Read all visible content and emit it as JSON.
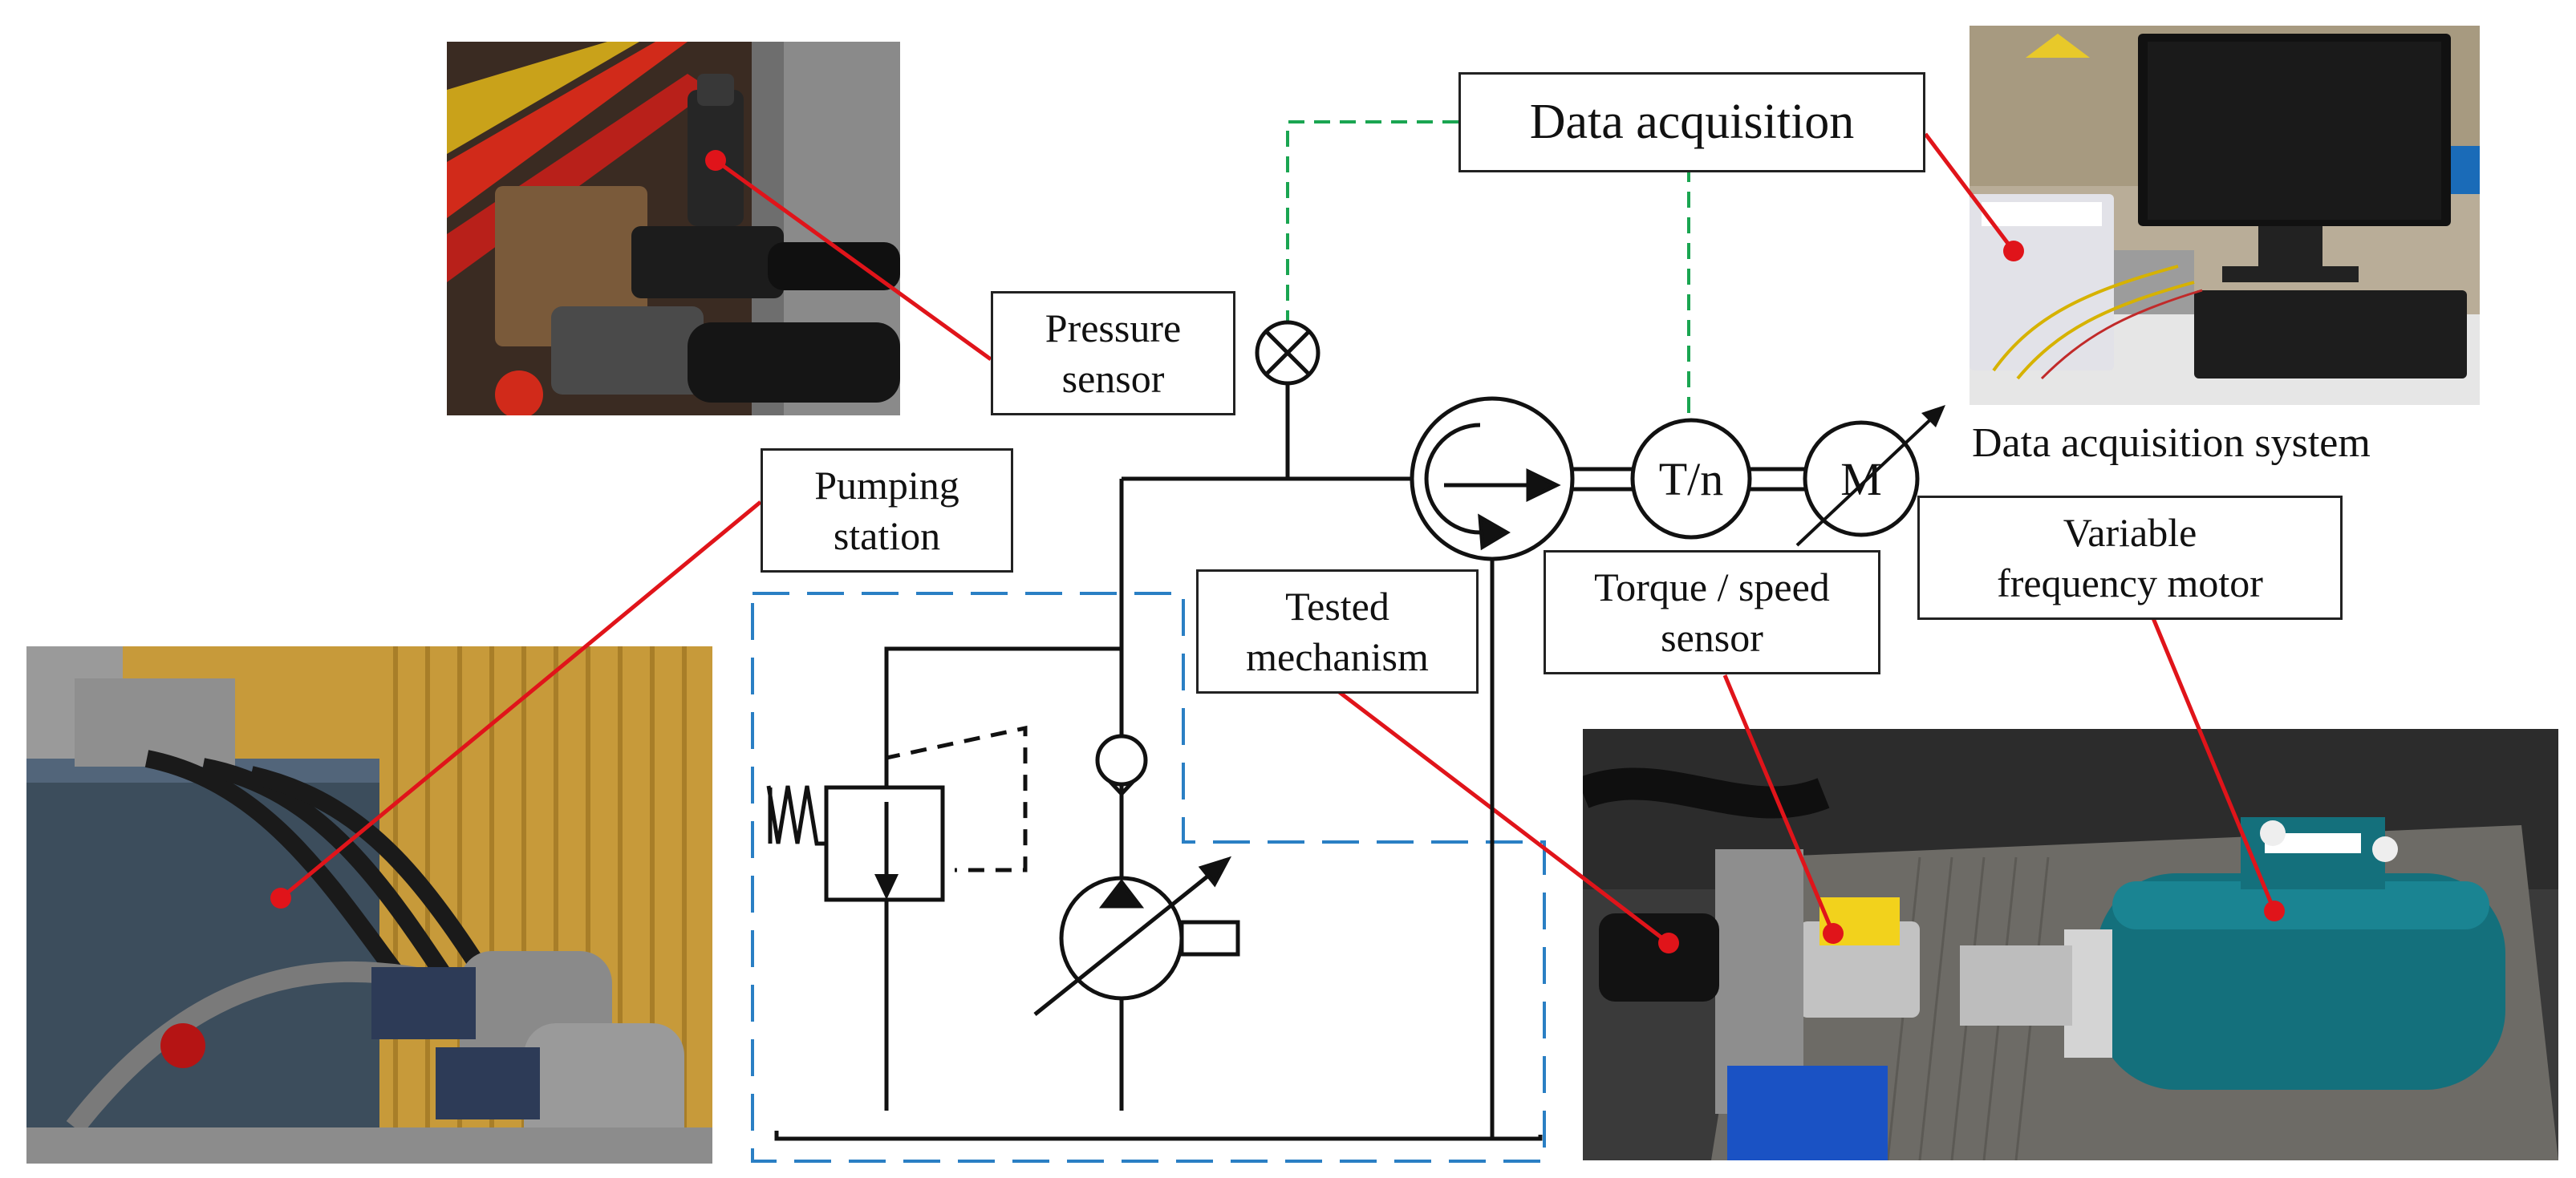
{
  "labels": {
    "data_acquisition": "Data acquisition",
    "pressure_sensor": "Pressure\nsensor",
    "pumping_station": "Pumping\nstation",
    "tested_mechanism": "Tested\nmechanism",
    "torque_speed_sensor": "Torque / speed\nsensor",
    "variable_frequency_motor": "Variable\nfrequency motor",
    "data_acquisition_system": "Data acquisition system"
  },
  "symbols": {
    "torque_speed": "T/n",
    "motor": "M"
  },
  "colors": {
    "leader_line": "#e0141a",
    "signal_dashed": "#1aa551",
    "boundary_dashed": "#2a7fc4",
    "hydraulic_line": "#111111"
  }
}
